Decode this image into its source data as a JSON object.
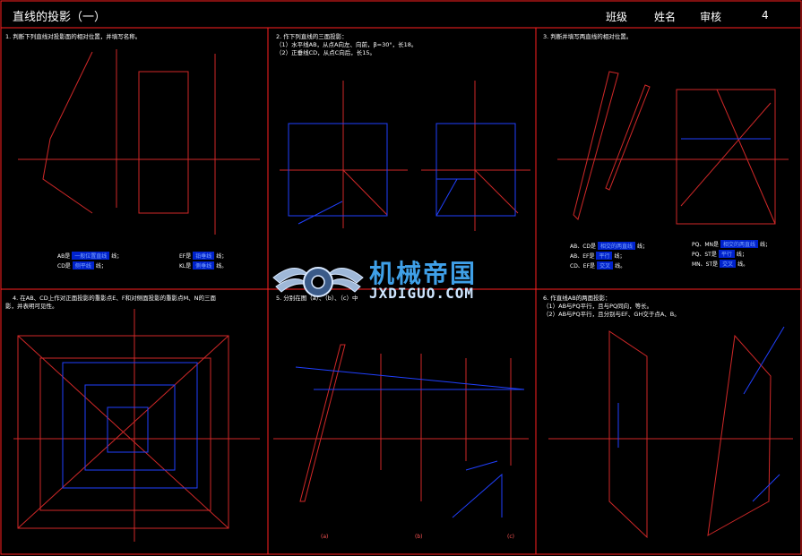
{
  "header": {
    "title": "直线的投影（一）",
    "class_label": "班级",
    "name_label": "姓名",
    "review_label": "审核",
    "page_number": "4"
  },
  "panels": {
    "p1": {
      "title": "1. 判断下列直线对投影面的相对位置，并填写名称。",
      "answers": [
        {
          "prefix": "AB是",
          "value": "一般位置直线",
          "suffix": "线；"
        },
        {
          "prefix": "CD是",
          "value": "侧平线",
          "suffix": "线；"
        },
        {
          "prefix": "EF是",
          "value": "铅垂线",
          "suffix": "线；"
        },
        {
          "prefix": "KL是",
          "value": "侧垂线",
          "suffix": "线。"
        }
      ]
    },
    "p2": {
      "title": "2. 作下列直线的三面投影：",
      "line1": "（1）水平线AB，从点A向左、向前，β=30°，长18。",
      "line2": "（2）正垂线CD，从点C向后，长15。"
    },
    "p3": {
      "title": "3. 判断并填写两直线的相对位置。",
      "answers": [
        {
          "prefix": "AB、CD是",
          "value": "相交的两直线",
          "suffix": "线；"
        },
        {
          "prefix": "AB、EF是",
          "value": "平行",
          "suffix": "线；"
        },
        {
          "prefix": "CD、EF是",
          "value": "交叉",
          "suffix": "线。"
        },
        {
          "prefix": "PQ、MN是",
          "value": "相交的两直线",
          "suffix": "线；"
        },
        {
          "prefix": "PQ、ST是",
          "value": "平行",
          "suffix": "线；"
        },
        {
          "prefix": "MN、ST是",
          "value": "交叉",
          "suffix": "线。"
        }
      ]
    },
    "p4": {
      "title": "4. 在AB、CD上作对正面投影的重影点E、F和对侧面投影的重影点M、N的三面",
      "title2": "影，并表明可见性。"
    },
    "p5": {
      "title": "5. 分别在图（a）、（b）、（c）中",
      "captions": [
        "(a)",
        "(b)",
        "(c)"
      ]
    },
    "p6": {
      "title": "6. 作直线AB的两面投影：",
      "line1": "（1）AB与PQ平行，且与PQ同向，等长。",
      "line2": "（2）AB与PQ平行，且分别与EF、GH交于点A、B。"
    }
  },
  "watermark": {
    "cn": "机械帝国",
    "en": "JXDIGUO.COM"
  },
  "colors": {
    "grid": "#ff2020",
    "drawing_red": "#e03030",
    "drawing_blue": "#2040ff",
    "answer_bg": "#0022cc"
  }
}
